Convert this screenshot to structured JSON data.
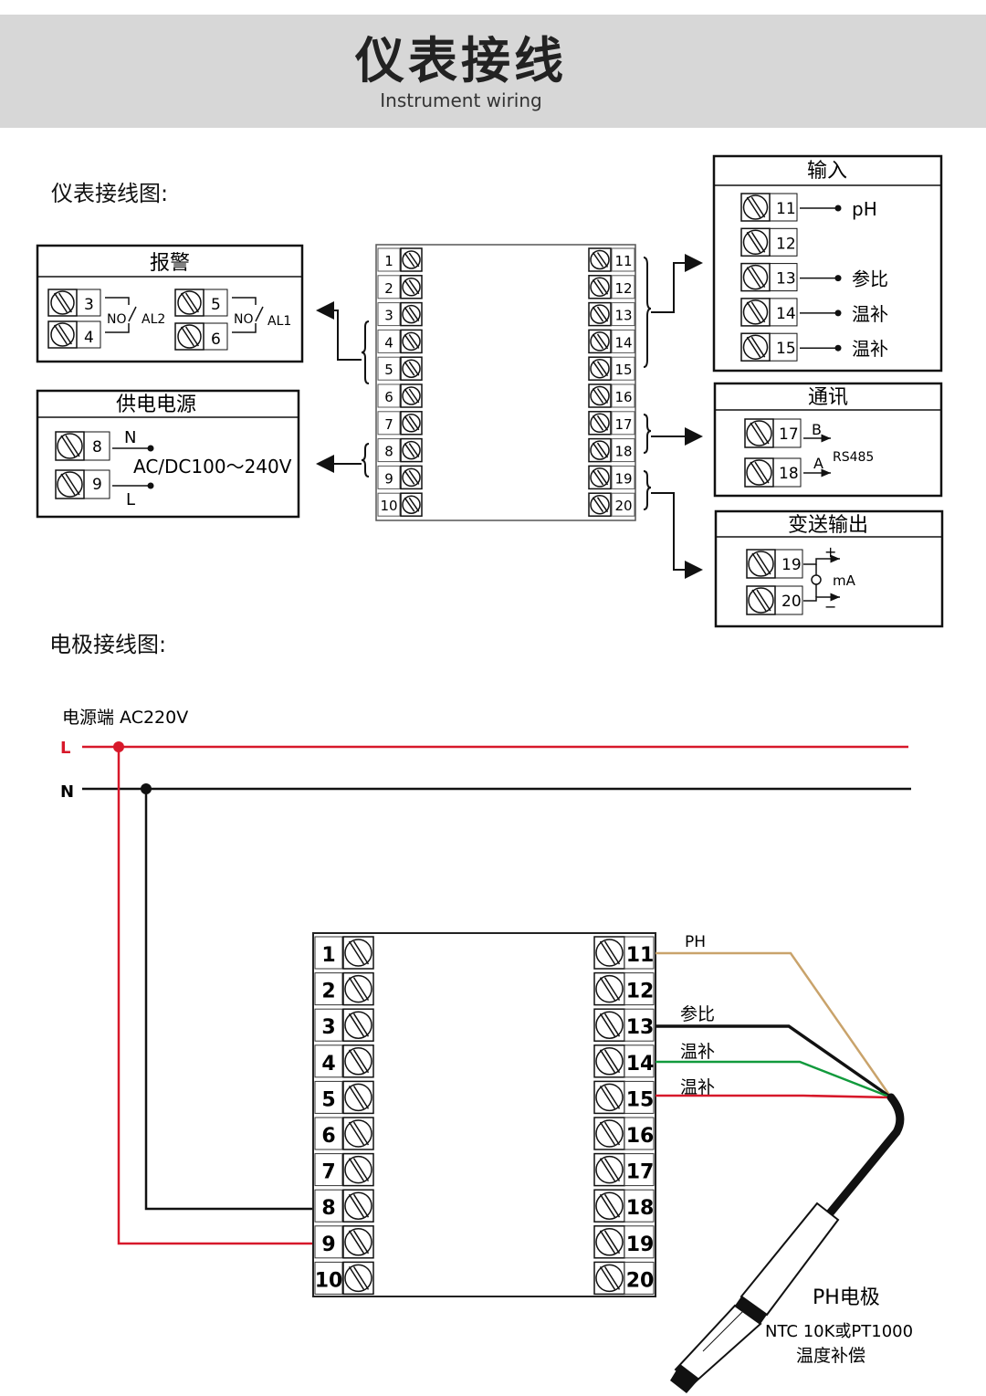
{
  "header": {
    "title": "仪表接线",
    "subtitle": "Instrument wiring"
  },
  "sections": {
    "wiring": "仪表接线图:",
    "electrode": "电极接线图:"
  },
  "top": {
    "left_terminals": [
      "1",
      "2",
      "3",
      "4",
      "5",
      "6",
      "7",
      "8",
      "9",
      "10"
    ],
    "right_terminals": [
      "11",
      "12",
      "13",
      "14",
      "15",
      "16",
      "17",
      "18",
      "19",
      "20"
    ],
    "alarm": {
      "title": "报警",
      "t3": "3",
      "t4": "4",
      "t5": "5",
      "t6": "6",
      "no1": "NO",
      "no2": "NO",
      "al2": "AL2",
      "al1": "AL1"
    },
    "power": {
      "title": "供电电源",
      "t8": "8",
      "t9": "9",
      "n": "N",
      "l": "L",
      "range": "AC/DC100～240V"
    },
    "input": {
      "title": "输入",
      "rows": [
        {
          "num": "11",
          "label": "pH"
        },
        {
          "num": "12",
          "label": ""
        },
        {
          "num": "13",
          "label": "参比"
        },
        {
          "num": "14",
          "label": "温补"
        },
        {
          "num": "15",
          "label": "温补"
        }
      ]
    },
    "comm": {
      "title": "通讯",
      "t17": "17",
      "t18": "18",
      "b": "B",
      "a": "A",
      "rs": "RS485"
    },
    "trans": {
      "title": "变送输出",
      "t19": "19",
      "t20": "20",
      "plus": "+",
      "minus": "−",
      "ma": "mA"
    }
  },
  "bottom": {
    "power_label": "电源端  AC220V",
    "L": "L",
    "N": "N",
    "left_terminals": [
      "1",
      "2",
      "3",
      "4",
      "5",
      "6",
      "7",
      "8",
      "9",
      "10"
    ],
    "right_terminals": [
      "11",
      "12",
      "13",
      "14",
      "15",
      "16",
      "17",
      "18",
      "19",
      "20"
    ],
    "wires": {
      "ph": "PH",
      "ref": "参比",
      "temp1": "温补",
      "temp2": "温补"
    },
    "electrode_title": "PH电极",
    "electrode_sub1": "NTC 10K或PT1000",
    "electrode_sub2": "温度补偿"
  },
  "colors": {
    "red": "#d7182a",
    "green": "#119a3c",
    "tan": "#c9a36b",
    "black": "#111111",
    "header_bg": "#d7d7d7"
  }
}
